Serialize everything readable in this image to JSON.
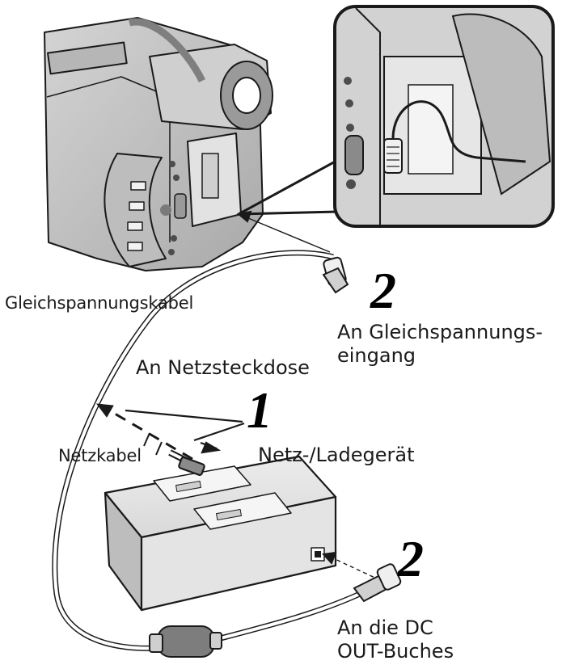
{
  "labels": {
    "dc_cable": "Gleichspannungskabel",
    "to_dc_input_line1": "An Gleichspannungs-",
    "to_dc_input_line2": "eingang",
    "to_mains_outlet": "An Netzsteckdose",
    "power_cord": "Netzkabel",
    "ac_adapter": "Netz-/Ladegerät",
    "to_dc_out_line1": "An die DC",
    "to_dc_out_line2": "OUT-Buches"
  },
  "steps": {
    "step_1": "1",
    "step_2_top": "2",
    "step_2_bottom": "2"
  },
  "colors": {
    "ink": "#1a1a1a",
    "device_light": "#e6e6e6",
    "device_mid": "#c9c9c9",
    "device_dark": "#8c8c8c",
    "background": "#ffffff"
  }
}
